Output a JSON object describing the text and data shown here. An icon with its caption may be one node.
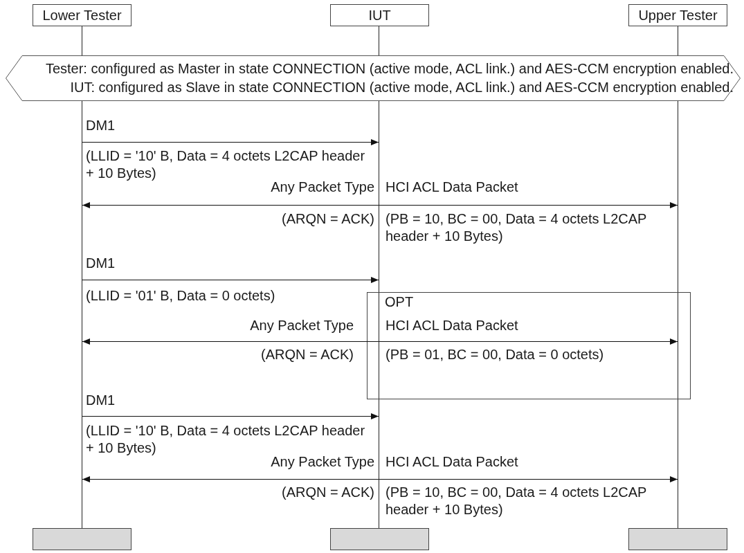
{
  "diagram": {
    "nodes": [
      {
        "text": [
          "Lower Tester"
        ]
      },
      {
        "text": [
          "IUT"
        ]
      },
      {
        "text": [
          "Upper Tester"
        ]
      },
      {
        "text": [],
        "shape": "line"
      },
      {
        "text": [],
        "shape": "line"
      },
      {
        "text": [],
        "shape": "line"
      },
      {
        "text": [
          "Tester: configured as Master in state CONNECTION (active mode, ACL link.) and AES-CCM encryption enabled.",
          "IUT: configured as Slave in state CONNECTION (active mode, ACL link.) and AES-CCM encryption enabled."
        ]
      },
      {
        "text": [],
        "shape": "box"
      },
      {
        "text": [],
        "shape": "box"
      },
      {
        "text": [],
        "shape": "box"
      }
    ],
    "edges": [
      {
        "from": 3,
        "to": 4,
        "arrow": "to",
        "label": "DM1"
      },
      {
        "from": 4,
        "to": 3,
        "arrow": "to",
        "label": "Any Packet Type"
      },
      {
        "from": 4,
        "to": 5,
        "arrow": "to",
        "label": "HCI ACL Data Packet"
      },
      {
        "from": 3,
        "to": 4,
        "arrow": "to",
        "label": "DM1"
      },
      {
        "from": 4,
        "to": 3,
        "arrow": "to",
        "label": "Any Packet Type"
      },
      {
        "from": 4,
        "to": 5,
        "arrow": "to",
        "label": "HCI ACL Data Packet"
      },
      {
        "from": 3,
        "to": 4,
        "arrow": "to",
        "label": "DM1"
      },
      {
        "from": 4,
        "to": 3,
        "arrow": "to",
        "label": "Any Packet Type"
      },
      {
        "from": 4,
        "to": 5,
        "arrow": "to",
        "label": "HCI ACL Data Packet"
      }
    ],
    "labels": [
      "(LLID = '10' B, Data = 4 octets L2CAP header + 10 Bytes)",
      "(ARQN = ACK)",
      "(PB = 10, BC = 00, Data = 4 octets L2CAP header + 10 Bytes)",
      "(LLID = '01' B, Data = 0 octets)",
      "OPT",
      "(ARQN = ACK)",
      "(PB = 01, BC = 00, Data = 0 octets)",
      "(LLID = '10' B, Data = 4 octets L2CAP header + 10 Bytes)",
      "(ARQN = ACK)",
      "(PB = 10, BC = 00, Data = 4 octets L2CAP header + 10 Bytes)"
    ]
  }
}
